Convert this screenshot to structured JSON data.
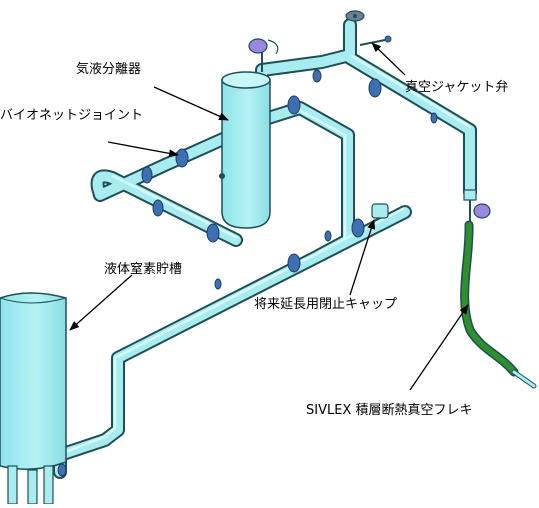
{
  "labels": {
    "separator": "気液分離器",
    "bayonet": "バイオネットジョイント",
    "vacuum_valve": "真空ジャケット弁",
    "tank": "液体窒素貯槽",
    "future_cap": "将来延長用閉止キャップ",
    "flexible": "SIVLEX 積層断熱真空フレキ"
  },
  "colors": {
    "pipe": "#a8ecef",
    "pipe_outline": "#1e4e57",
    "joint": "#3f6fb3",
    "flex_hose": "#2f8f2c",
    "valve_handle": "#9a87e0",
    "label_text": "#000000"
  },
  "icons": [
    "valve-handle-icon",
    "flange-icon",
    "arrow-icon"
  ]
}
